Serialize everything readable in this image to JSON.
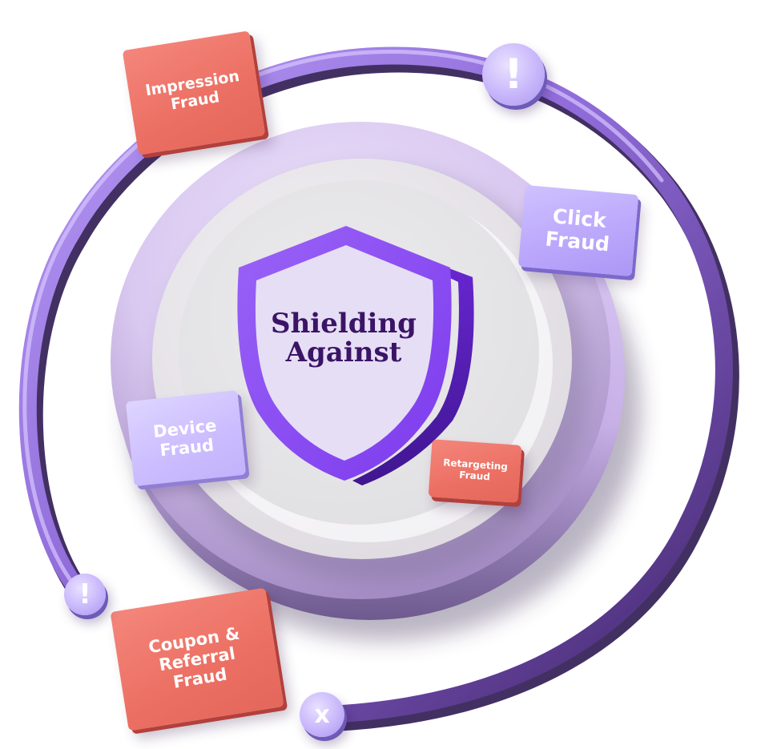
{
  "diagram": {
    "center": {
      "label": "Shielding\nAgainst",
      "icon": "shield-icon"
    },
    "tiles": {
      "impression": "Impression\nFraud",
      "click": "Click\nFraud",
      "device": "Device\nFraud",
      "retargeting": "Retargeting\nFraud",
      "coupon": "Coupon &\nReferral\nFraud"
    },
    "badges": {
      "alert_top": "!",
      "alert_low": "!",
      "close": "x"
    },
    "colors": {
      "fraud_red": "#ec6f63",
      "lavender": "#cbbcff",
      "purple_accent": "#8b5cf6",
      "ring_dark": "#4a2e7a",
      "text_dark": "#3b1466"
    }
  }
}
